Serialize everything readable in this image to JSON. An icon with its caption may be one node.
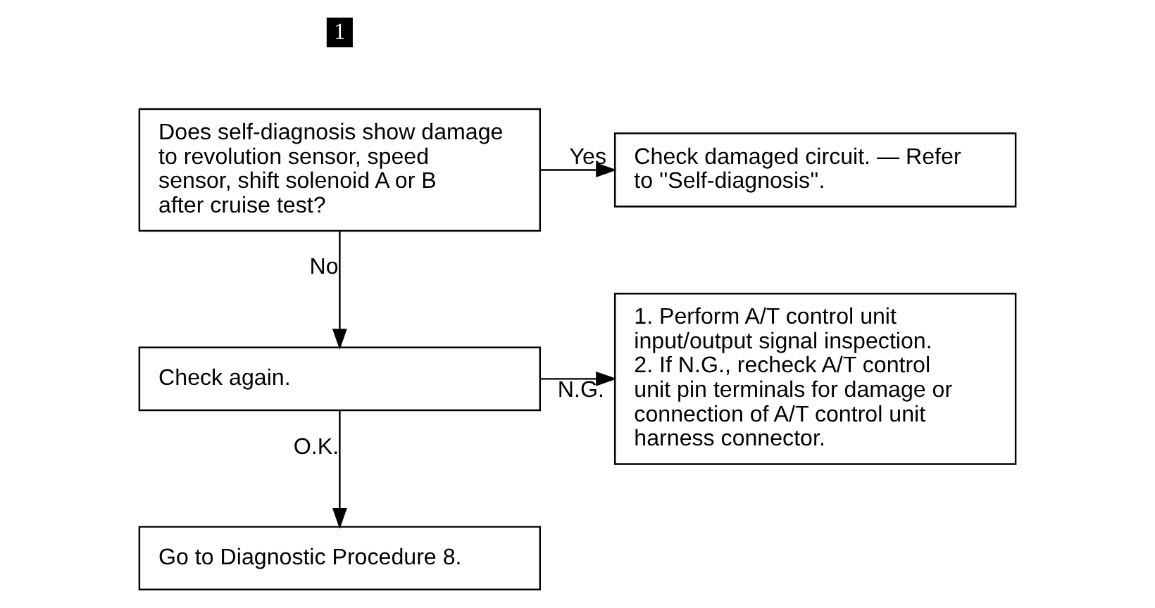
{
  "diagram": {
    "nodes": [
      {
        "text": [
          "Does self-diagnosis show damage to revolution sensor, speed sensor, shift solenoid A or B after cruise test?"
        ]
      },
      {
        "text": [
          "Check damaged circuit. — Refer to ''Self-diagnosis''."
        ]
      },
      {
        "text": [
          "Check again."
        ]
      },
      {
        "text": [
          "1. Perform A/T control unit input/output signal inspection.",
          "2. If N.G., recheck A/T control unit pin terminals for damage or connection of A/T control unit harness connector."
        ]
      },
      {
        "text": [
          "Go to Diagnostic Procedure 8."
        ]
      }
    ],
    "edges": [
      {
        "from": 0,
        "to": 1,
        "arrow": "to",
        "label": "Yes"
      },
      {
        "from": 0,
        "to": 2,
        "arrow": "to",
        "label": "No"
      },
      {
        "from": 2,
        "to": 3,
        "arrow": "to",
        "label": "N.G."
      },
      {
        "from": 2,
        "to": 4,
        "arrow": "to",
        "label": "O.K."
      }
    ],
    "labels": [
      "1"
    ]
  }
}
